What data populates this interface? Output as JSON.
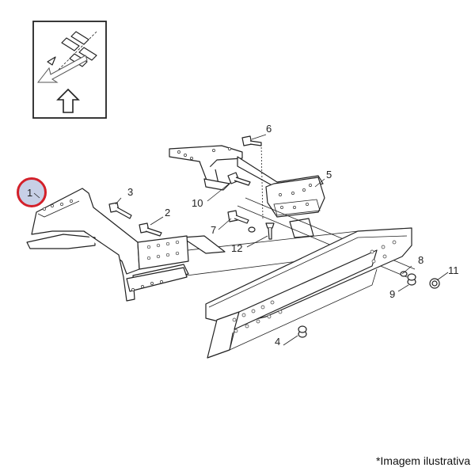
{
  "callouts": [
    {
      "id": "1",
      "label": "1"
    },
    {
      "id": "2",
      "label": "2"
    },
    {
      "id": "3",
      "label": "3"
    },
    {
      "id": "4",
      "label": "4"
    },
    {
      "id": "5",
      "label": "5"
    },
    {
      "id": "6",
      "label": "6"
    },
    {
      "id": "7",
      "label": "7"
    },
    {
      "id": "8",
      "label": "8"
    },
    {
      "id": "9",
      "label": "9"
    },
    {
      "id": "10",
      "label": "10"
    },
    {
      "id": "11",
      "label": "11"
    },
    {
      "id": "12",
      "label": "12"
    }
  ],
  "footer": {
    "note": "*Imagem ilustrativa"
  },
  "colors": {
    "highlight_ring": "#d3202a",
    "highlight_fill": "#c7d0e6",
    "ink": "#222222"
  },
  "icons": {
    "orientation": "orientation-arrow-icon",
    "up": "up-arrow-icon"
  }
}
